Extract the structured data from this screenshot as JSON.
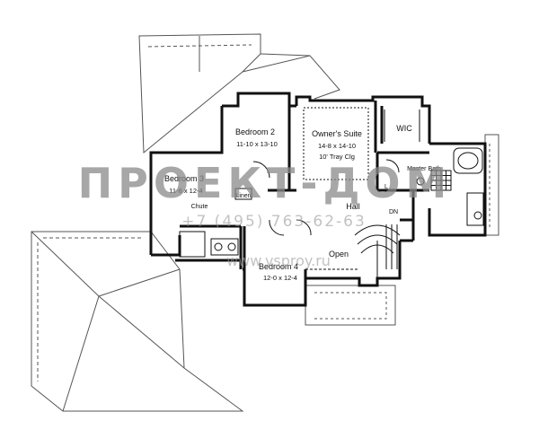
{
  "plan": {
    "rooms": {
      "bedroom2": {
        "name": "Bedroom 2",
        "size": "11-10 x 13-10"
      },
      "owners_suite": {
        "name": "Owner's Suite",
        "size": "14-8 x 14-10",
        "note": "10' Tray Clg"
      },
      "wic": {
        "name": "WIC"
      },
      "master_bath": {
        "name": "Master Bath"
      },
      "bedroom3": {
        "name": "Bedroom 3",
        "size": "11-8 x 12-4"
      },
      "chute": {
        "name": "Chute"
      },
      "linen": {
        "name": "Linen"
      },
      "hall": {
        "name": "Hall"
      },
      "dn": {
        "name": "DN"
      },
      "l": {
        "name": "L"
      },
      "bedroom4": {
        "name": "Bedroom 4",
        "size": "12-0 x 12-4"
      },
      "open": {
        "name": "Open"
      }
    }
  },
  "watermark": {
    "brand": "ПРОЕКТ-ДОМ",
    "phone": "+7 (495) 763-62-63",
    "site": "www.vsproy.ru"
  },
  "colors": {
    "line": "#111111",
    "roof": "#555555",
    "watermark": "#8a8a8a"
  }
}
